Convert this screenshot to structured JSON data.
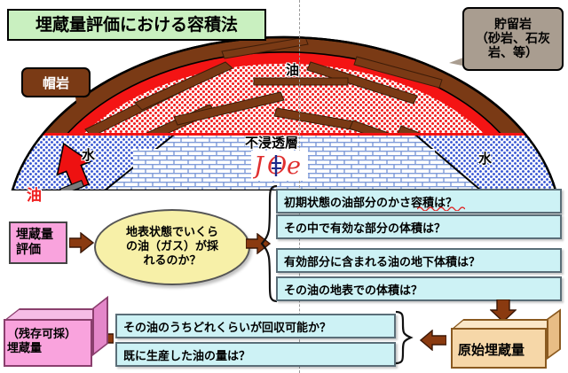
{
  "title": "埋蔵量評価における容積法",
  "diagram": {
    "caprock_label": "帽岩",
    "reservoir_callout": [
      "貯留岩",
      "（砂岩、石灰",
      "岩、等）"
    ],
    "oil_label": "油",
    "water_label_left": "水",
    "water_label_right": "水",
    "impermeable_label": "不浸透層",
    "oil_arrow_label": "油",
    "logo_text": "JOE"
  },
  "flow": {
    "reserve_eval": [
      "埋蔵量",
      "評価"
    ],
    "question_ellipse": [
      "地表状態でいくら",
      "の油（ガス）が採",
      "れるのか？"
    ],
    "questions": [
      "初期状態の油部分のかさ容積は？",
      "その中で有効な部分の体積は？",
      "有効部分に含まれる油の地下体積は？",
      "その油の地表での体積は？"
    ],
    "bottom_questions": [
      "その油のうちどれくらいが回収可能か？",
      "既に生産した油の量は？"
    ],
    "remaining_reserves": [
      "（残存可採）",
      "埋蔵量"
    ],
    "original_reserves": "原始埋蔵量"
  },
  "colors": {
    "title_banner": "#c9f0c0",
    "caprock": "#7a3a15",
    "reservoir_callout": "#a99d90",
    "oil_red": "#ee1111",
    "water_blue": "#3a5fd9",
    "pink_box": "#f9a3dd",
    "yellow_ellipse": "#f7f0a8",
    "cyan_box": "#cdf2f5",
    "orange_box": "#f6d7a8",
    "arrow_brown": "#8a3a10"
  }
}
